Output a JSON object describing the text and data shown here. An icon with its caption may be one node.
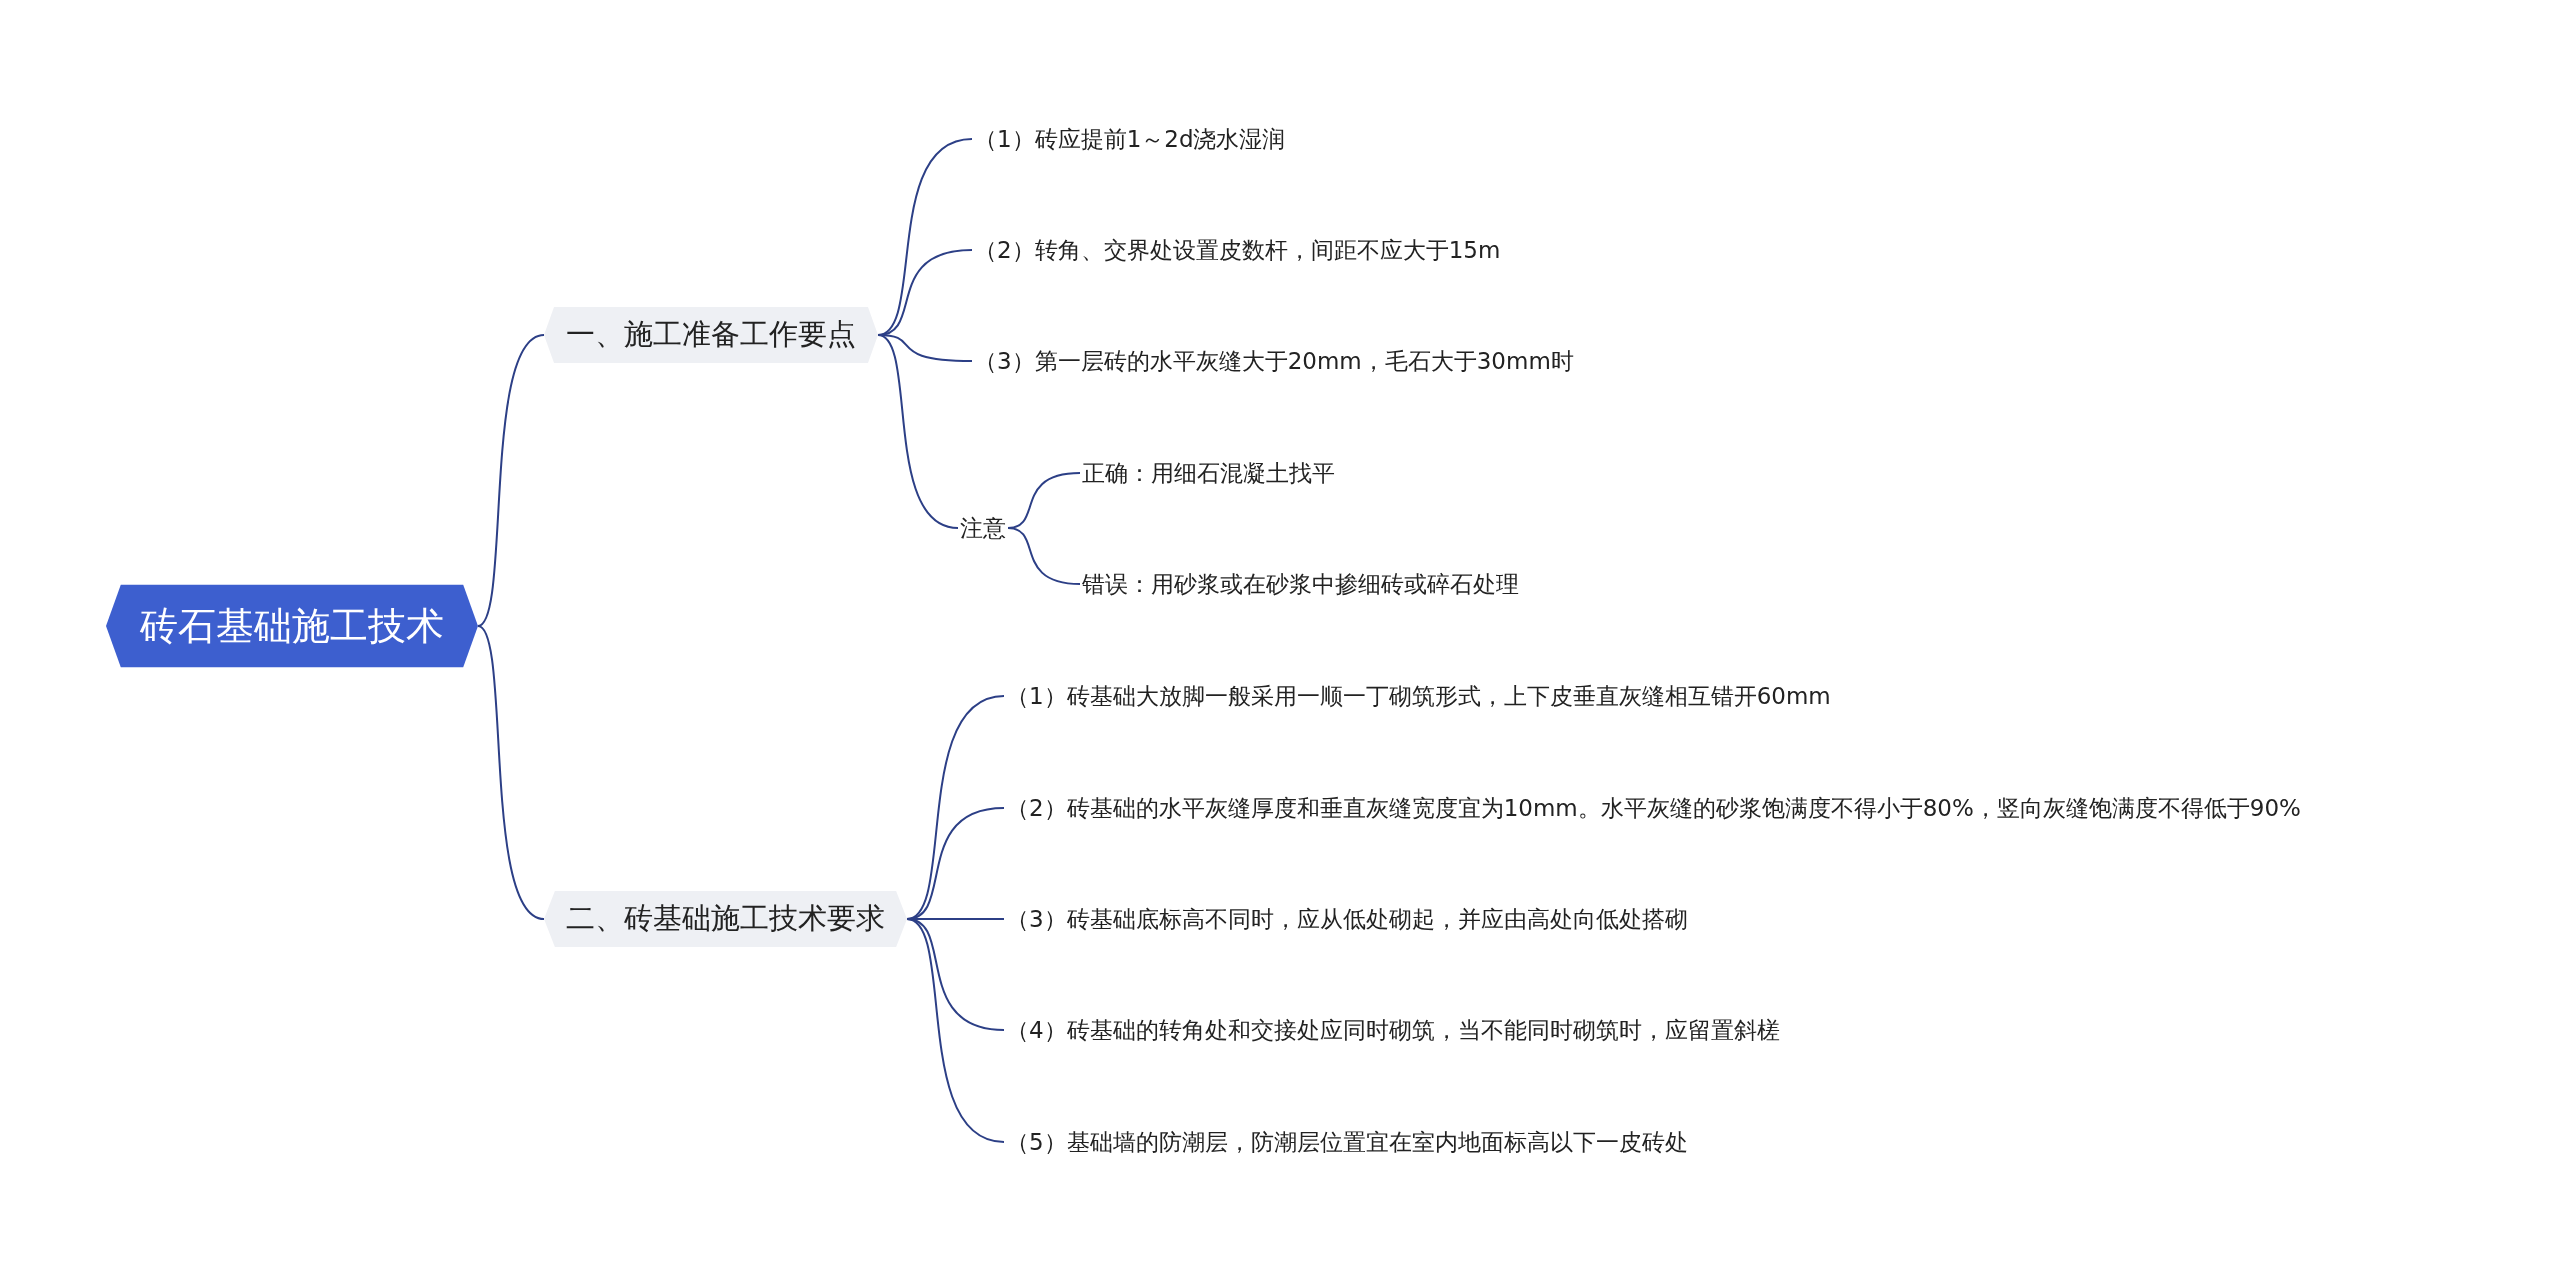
{
  "diagram": {
    "nodes": [
      {
        "text": [
          "砖石基础施工技术"
        ]
      },
      {
        "text": [
          "一、施工准备工作要点"
        ]
      },
      {
        "text": [
          "（1）砖应提前1～2d浇水湿润"
        ]
      },
      {
        "text": [
          "（2）转角、交界处设置皮数杆，间距不应大于15m"
        ]
      },
      {
        "text": [
          "（3）第一层砖的水平灰缝大于20mm，毛石大于30mm时"
        ]
      },
      {
        "text": [
          "注意"
        ]
      },
      {
        "text": [
          "正确：用细石混凝土找平"
        ]
      },
      {
        "text": [
          "错误：用砂浆或在砂浆中掺细砖或碎石处理"
        ]
      },
      {
        "text": [
          "二、砖基础施工技术要求"
        ]
      },
      {
        "text": [
          "（1）砖基础大放脚一般采用一顺一丁砌筑形式，上下皮垂直灰缝相互错开60mm"
        ]
      },
      {
        "text": [
          "（2）砖基础的水平灰缝厚度和垂直灰缝宽度宜为10mm。水平灰缝的砂浆饱满度不得小于80%，竖向灰缝饱满度不得低于90%"
        ]
      },
      {
        "text": [
          "（3）砖基础底标高不同时，应从低处砌起，并应由高处向低处搭砌"
        ]
      },
      {
        "text": [
          "（4）砖基础的转角处和交接处应同时砌筑，当不能同时砌筑时，应留置斜槎"
        ]
      },
      {
        "text": [
          "（5）基础墙的防潮层，防潮层位置宜在室内地面标高以下一皮砖处"
        ]
      }
    ],
    "edges": [
      {
        "from": 0,
        "to": 1,
        "arrow": "none"
      },
      {
        "from": 0,
        "to": 8,
        "arrow": "none"
      },
      {
        "from": 1,
        "to": 2,
        "arrow": "none"
      },
      {
        "from": 1,
        "to": 3,
        "arrow": "none"
      },
      {
        "from": 1,
        "to": 4,
        "arrow": "none"
      },
      {
        "from": 1,
        "to": 5,
        "arrow": "none"
      },
      {
        "from": 5,
        "to": 6,
        "arrow": "none"
      },
      {
        "from": 5,
        "to": 7,
        "arrow": "none"
      },
      {
        "from": 8,
        "to": 9,
        "arrow": "none"
      },
      {
        "from": 8,
        "to": 10,
        "arrow": "none"
      },
      {
        "from": 8,
        "to": 11,
        "arrow": "none"
      },
      {
        "from": 8,
        "to": 12,
        "arrow": "none"
      },
      {
        "from": 8,
        "to": 13,
        "arrow": "none"
      }
    ]
  }
}
